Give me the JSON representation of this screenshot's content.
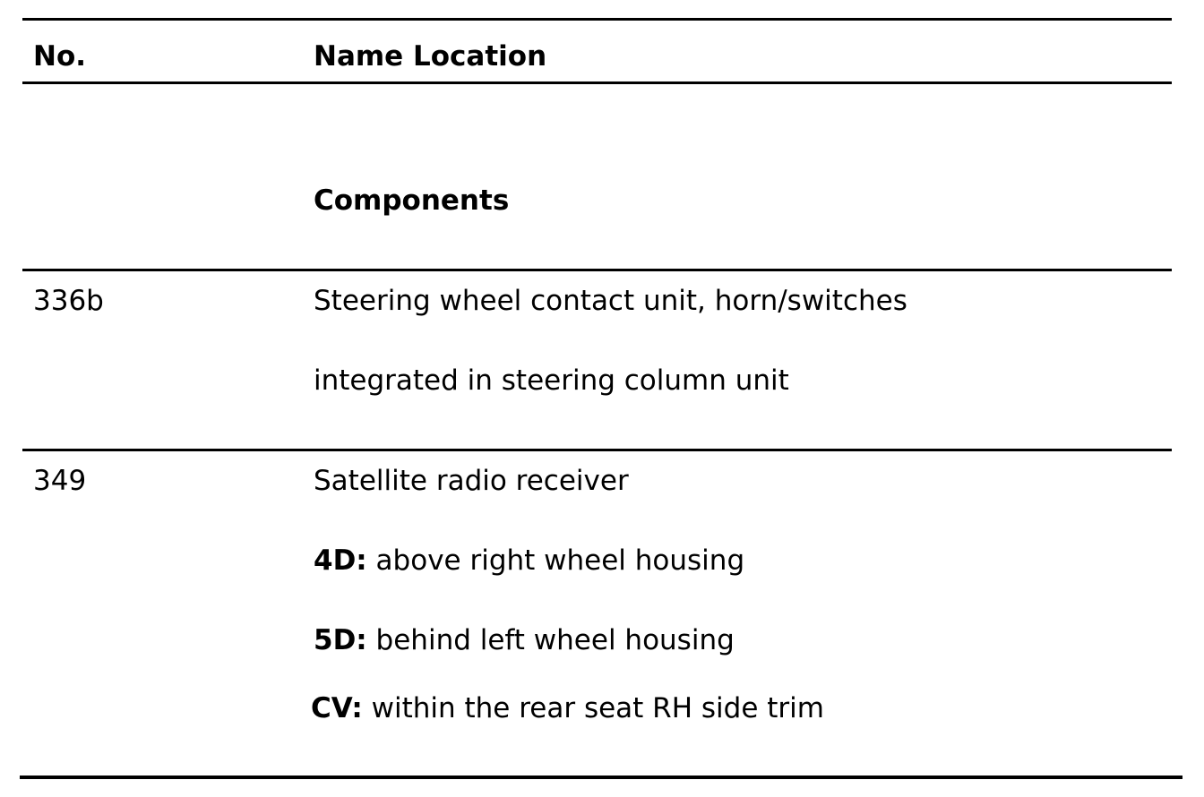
{
  "table": {
    "headers": {
      "no": "No.",
      "name_location": "Name Location"
    },
    "section_title": "Components",
    "rows": [
      {
        "no": "336b",
        "lines": [
          {
            "label": "",
            "text": "Steering wheel contact unit, horn/switches"
          },
          {
            "label": "",
            "text": "integrated in steering column unit"
          }
        ]
      },
      {
        "no": "349",
        "lines": [
          {
            "label": "",
            "text": "Satellite radio receiver"
          },
          {
            "label": "4D:",
            "text": " above right wheel housing"
          },
          {
            "label": "5D:",
            "text": " behind left wheel housing"
          },
          {
            "label": "CV:",
            "text": " within the rear seat RH side trim"
          }
        ]
      }
    ]
  }
}
